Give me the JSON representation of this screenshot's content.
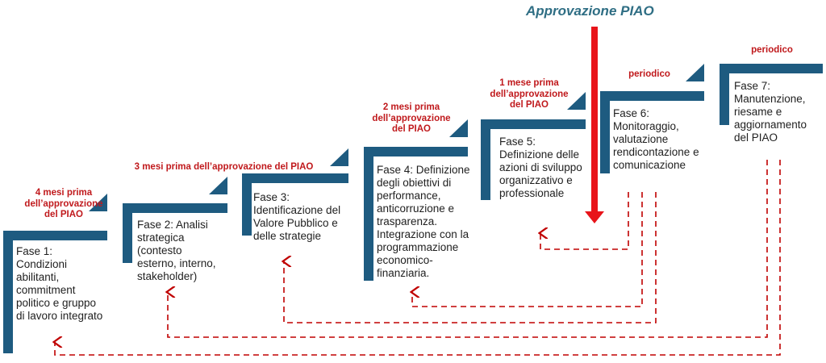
{
  "title": "Approvazione PIAO",
  "colors": {
    "step": "#1e5b80",
    "accent": "#e8141a",
    "timing": "#c0191c",
    "loop": "#c00000",
    "text": "#1f1f1f",
    "title": "#2f6e84"
  },
  "phases": [
    {
      "label": "Fase 1:\nCondizioni\nabilitanti,\ncommitment\npolitico e gruppo\ndi lavoro integrato",
      "timing": "4 mesi prima\ndell’approvazione\ndel PIAO"
    },
    {
      "label": "Fase 2: Analisi\nstrategica\n(contesto\nesterno, interno,\nstakeholder)",
      "timing": "3 mesi prima dell’approvazione del PIAO"
    },
    {
      "label": "Fase 3:\nIdentificazione del\nValore Pubblico e\ndelle strategie",
      "timing": ""
    },
    {
      "label": "Fase 4: Definizione\ndegli obiettivi di\nperformance,\nanticorruzione e\ntrasparenza.\nIntegrazione con la\nprogrammazione\neconomico-\nfinanziaria.",
      "timing": "2 mesi prima\ndell’approvazione\ndel PIAO"
    },
    {
      "label": "Fase 5:\nDefinizione delle\nazioni di sviluppo\norganizzativo e\nprofessionale",
      "timing": "1 mese prima\ndell’approvazione\ndel PIAO"
    },
    {
      "label": "Fase 6:\nMonitoraggio,\nvalutazione\nrendicontazione e\ncomunicazione",
      "timing": "periodico"
    },
    {
      "label": "Fase 7:\nManutenzione,\nriesame e\naggiornamento\ndel PIAO",
      "timing": "periodico"
    }
  ]
}
